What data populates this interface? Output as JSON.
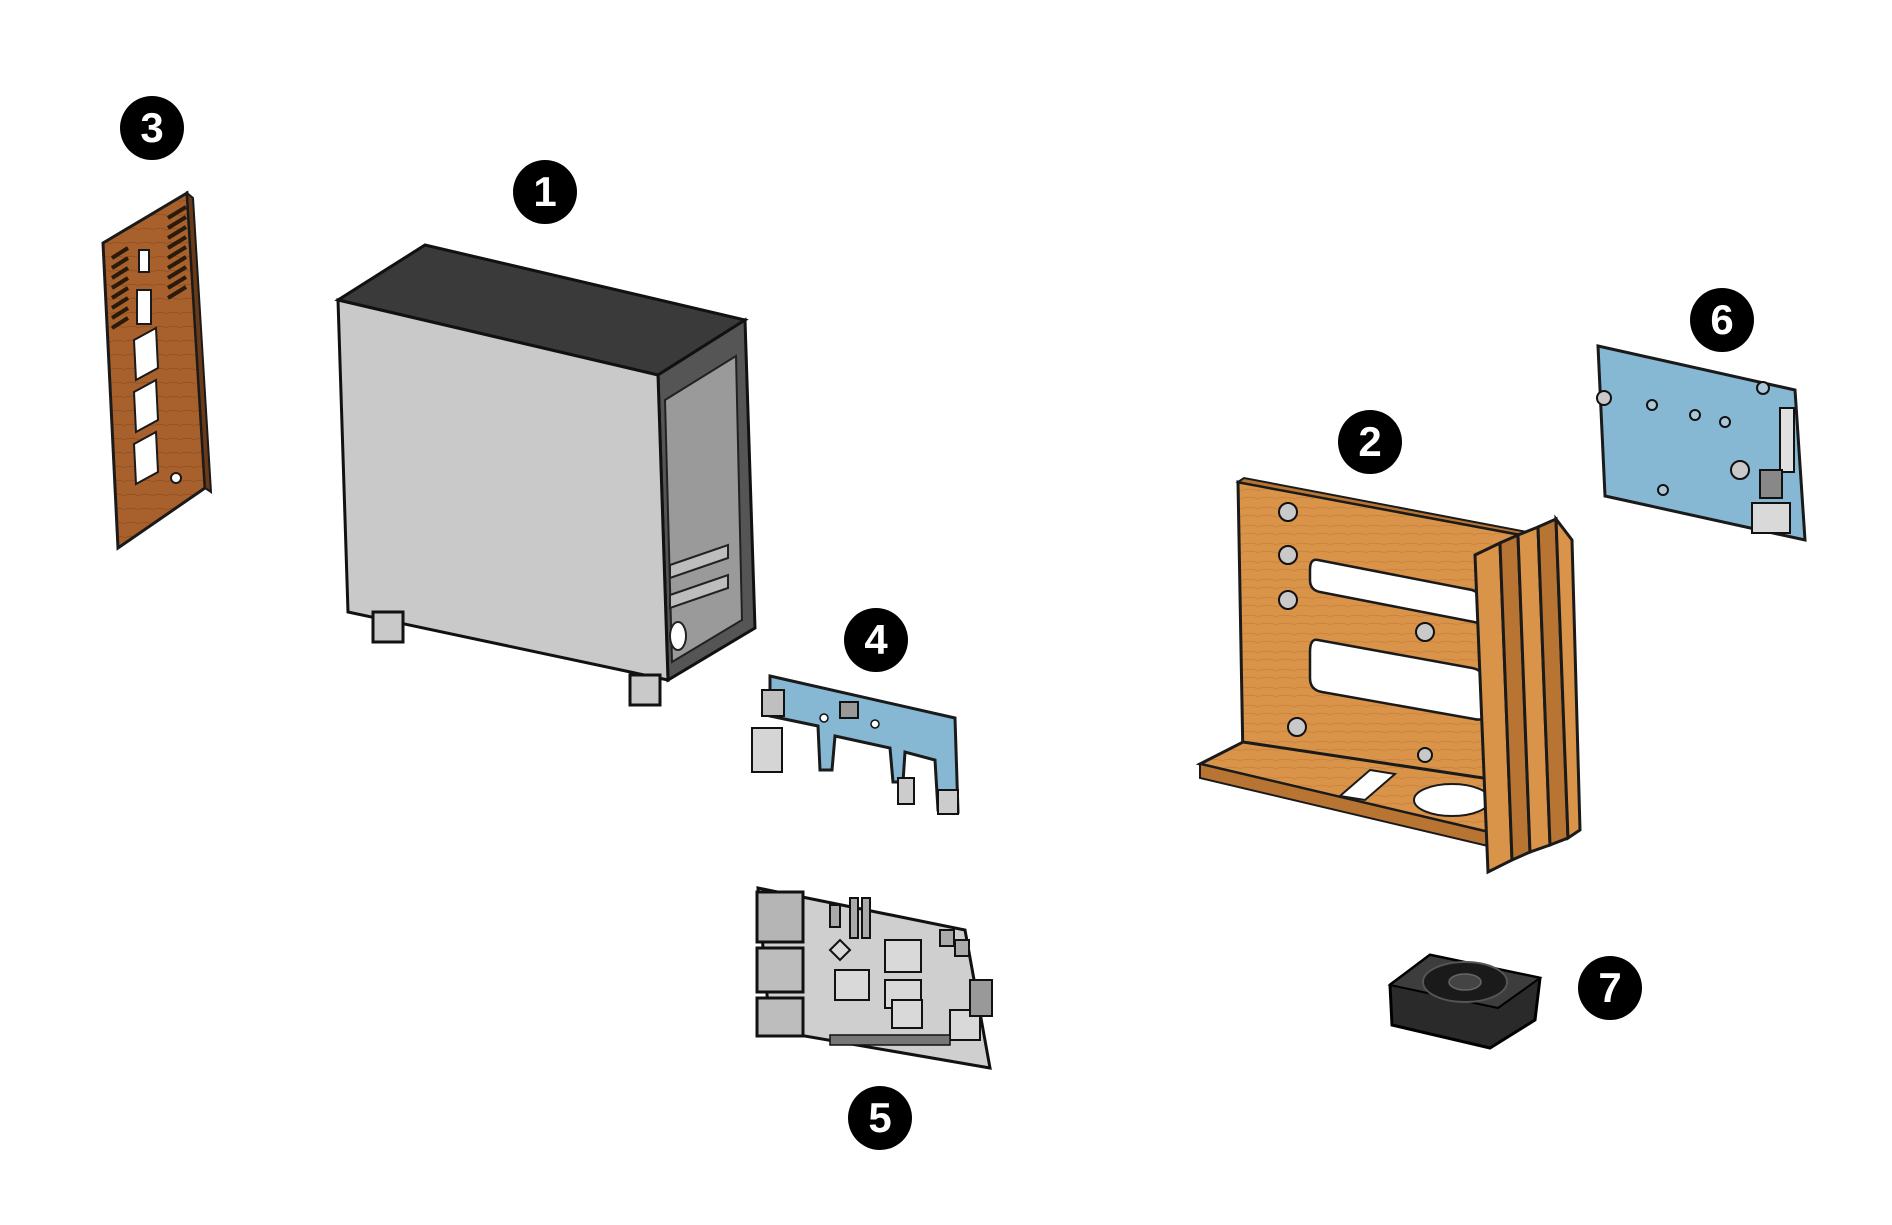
{
  "callouts": [
    {
      "id": "1",
      "label": "1"
    },
    {
      "id": "2",
      "label": "2"
    },
    {
      "id": "3",
      "label": "3"
    },
    {
      "id": "4",
      "label": "4"
    },
    {
      "id": "5",
      "label": "5"
    },
    {
      "id": "6",
      "label": "6"
    },
    {
      "id": "7",
      "label": "7"
    }
  ],
  "colors": {
    "badge": "#000000",
    "badge_text": "#ffffff",
    "wood": "#d9944a",
    "wood_dark": "#7a4a22",
    "pcb_blue": "#86b8d4",
    "case_face": "#c9c9c9",
    "case_top": "#3a3a3a",
    "outline": "#1a1a1a"
  }
}
